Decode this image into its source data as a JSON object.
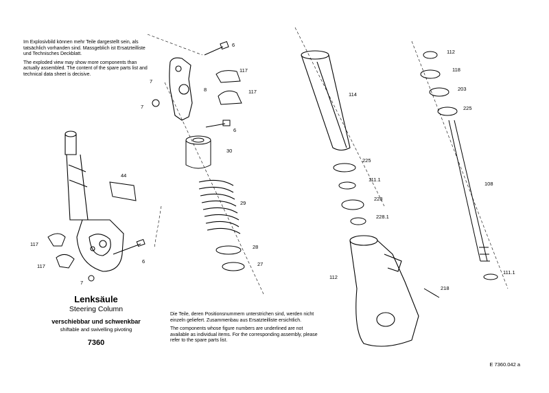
{
  "notes": {
    "top_de": "Im Explosivbild können mehr Teile dargestellt sein, als tatsächlich vorhanden sind. Massgeblich ist Ersatzteilliste und Technisches Deckblatt.",
    "top_en": "The exploded view may show more components than actually assembled. The content of the spare parts list and technical data sheet is decisive.",
    "bottom_de": "Die Teile, deren Positionsnummern unterstrichen sind, werden nicht einzeln geliefert. Zusammenbau aus Ersatzteilliste ersichtlich.",
    "bottom_en": "The components whose figure numbers are underlined are not available as individual items. For the corresponding assembly, please refer to the spare parts list."
  },
  "title": {
    "de": "Lenksäule",
    "en": "Steering Column",
    "sub_de": "verschiebbar und schwenkbar",
    "sub_en": "shiftable and swivelling pivoting",
    "number": "7360"
  },
  "reference": "E 7360.042 a",
  "callouts": [
    {
      "id": "c1",
      "text": "6"
    },
    {
      "id": "c2",
      "text": "117"
    },
    {
      "id": "c3",
      "text": "117"
    },
    {
      "id": "c4",
      "text": "8"
    },
    {
      "id": "c5",
      "text": "7"
    },
    {
      "id": "c6",
      "text": "7"
    },
    {
      "id": "c7",
      "text": "6"
    },
    {
      "id": "c8",
      "text": "30"
    },
    {
      "id": "c9",
      "text": "44"
    },
    {
      "id": "c10",
      "text": "29"
    },
    {
      "id": "c11",
      "text": "28"
    },
    {
      "id": "c12",
      "text": "27"
    },
    {
      "id": "c13",
      "text": "117"
    },
    {
      "id": "c14",
      "text": "117"
    },
    {
      "id": "c15",
      "text": "6"
    },
    {
      "id": "c16",
      "text": "7"
    },
    {
      "id": "c17",
      "text": "114"
    },
    {
      "id": "c18",
      "text": "225"
    },
    {
      "id": "c19",
      "text": "111.1"
    },
    {
      "id": "c20",
      "text": "228"
    },
    {
      "id": "c21",
      "text": "228.1"
    },
    {
      "id": "c22",
      "text": "112"
    },
    {
      "id": "c23",
      "text": "118"
    },
    {
      "id": "c24",
      "text": "203"
    },
    {
      "id": "c25",
      "text": "225"
    },
    {
      "id": "c26",
      "text": "108"
    },
    {
      "id": "c27",
      "text": "111.1"
    },
    {
      "id": "c28",
      "text": "112"
    },
    {
      "id": "c29",
      "text": "218"
    }
  ]
}
